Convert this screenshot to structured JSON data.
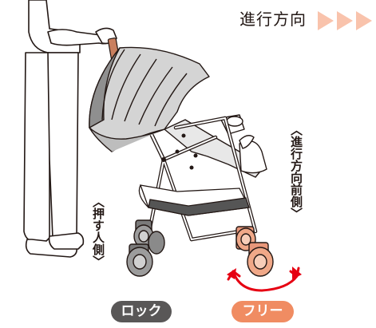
{
  "direction": {
    "label": "進行方向"
  },
  "labels": {
    "front_side": "〈進行方向前側〉",
    "pusher_side": "〈押す人側〉"
  },
  "badges": {
    "lock": "ロック",
    "free": "フリー"
  },
  "colors": {
    "accent_orange": "#f08c62",
    "arrow_light": "#f9c3ac",
    "wheel_front": "#f0a888",
    "wheel_back": "#9c9c9c",
    "rotation_arrow": "#e60012",
    "lock_badge": "#595757",
    "line": "#231815"
  },
  "icons": {
    "direction_arrows": "triple-chevron-right",
    "rotation": "double-headed-curved-arrow"
  }
}
